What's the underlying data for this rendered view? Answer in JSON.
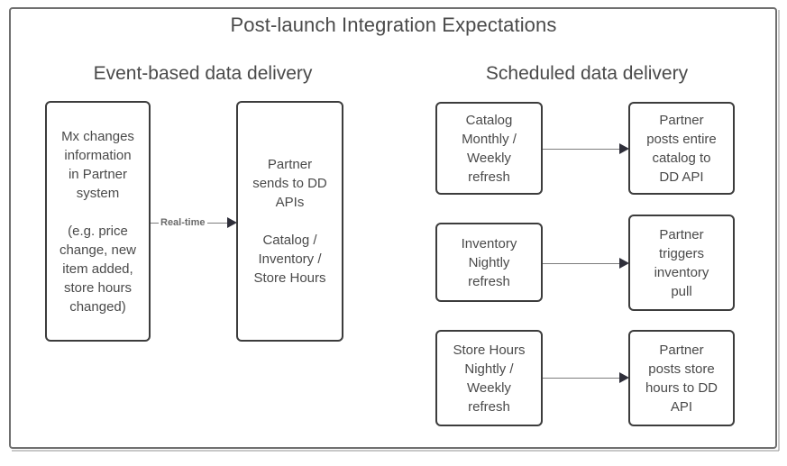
{
  "diagram": {
    "title": "Post-launch Integration Expectations",
    "sections": {
      "event": {
        "header": "Event-based data delivery",
        "nodes": {
          "source": {
            "line1": "Mx changes\ninformation\nin Partner\nsystem",
            "line2": "(e.g. price\nchange, new\nitem added,\nstore hours\nchanged)"
          },
          "target": {
            "line1": "Partner\nsends to DD\nAPIs",
            "line2": "Catalog /\nInventory /\nStore Hours"
          }
        },
        "arrow_label": "Real-time"
      },
      "scheduled": {
        "header": "Scheduled data delivery",
        "rows": [
          {
            "source": "Catalog\nMonthly /\nWeekly\nrefresh",
            "target": "Partner\nposts entire\ncatalog to\nDD API"
          },
          {
            "source": "Inventory\nNightly\nrefresh",
            "target": "Partner\ntriggers\ninventory\npull"
          },
          {
            "source": "Store Hours\nNightly /\nWeekly\nrefresh",
            "target": "Partner\nposts store\nhours to DD\nAPI"
          }
        ]
      }
    },
    "colors": {
      "frame_border": "#6f6f6f",
      "node_border": "#3c3c3c",
      "text": "#4a4a4a",
      "arrow_line": "#7d7d7d",
      "arrow_head": "#2f2f3a",
      "background": "#ffffff"
    }
  }
}
